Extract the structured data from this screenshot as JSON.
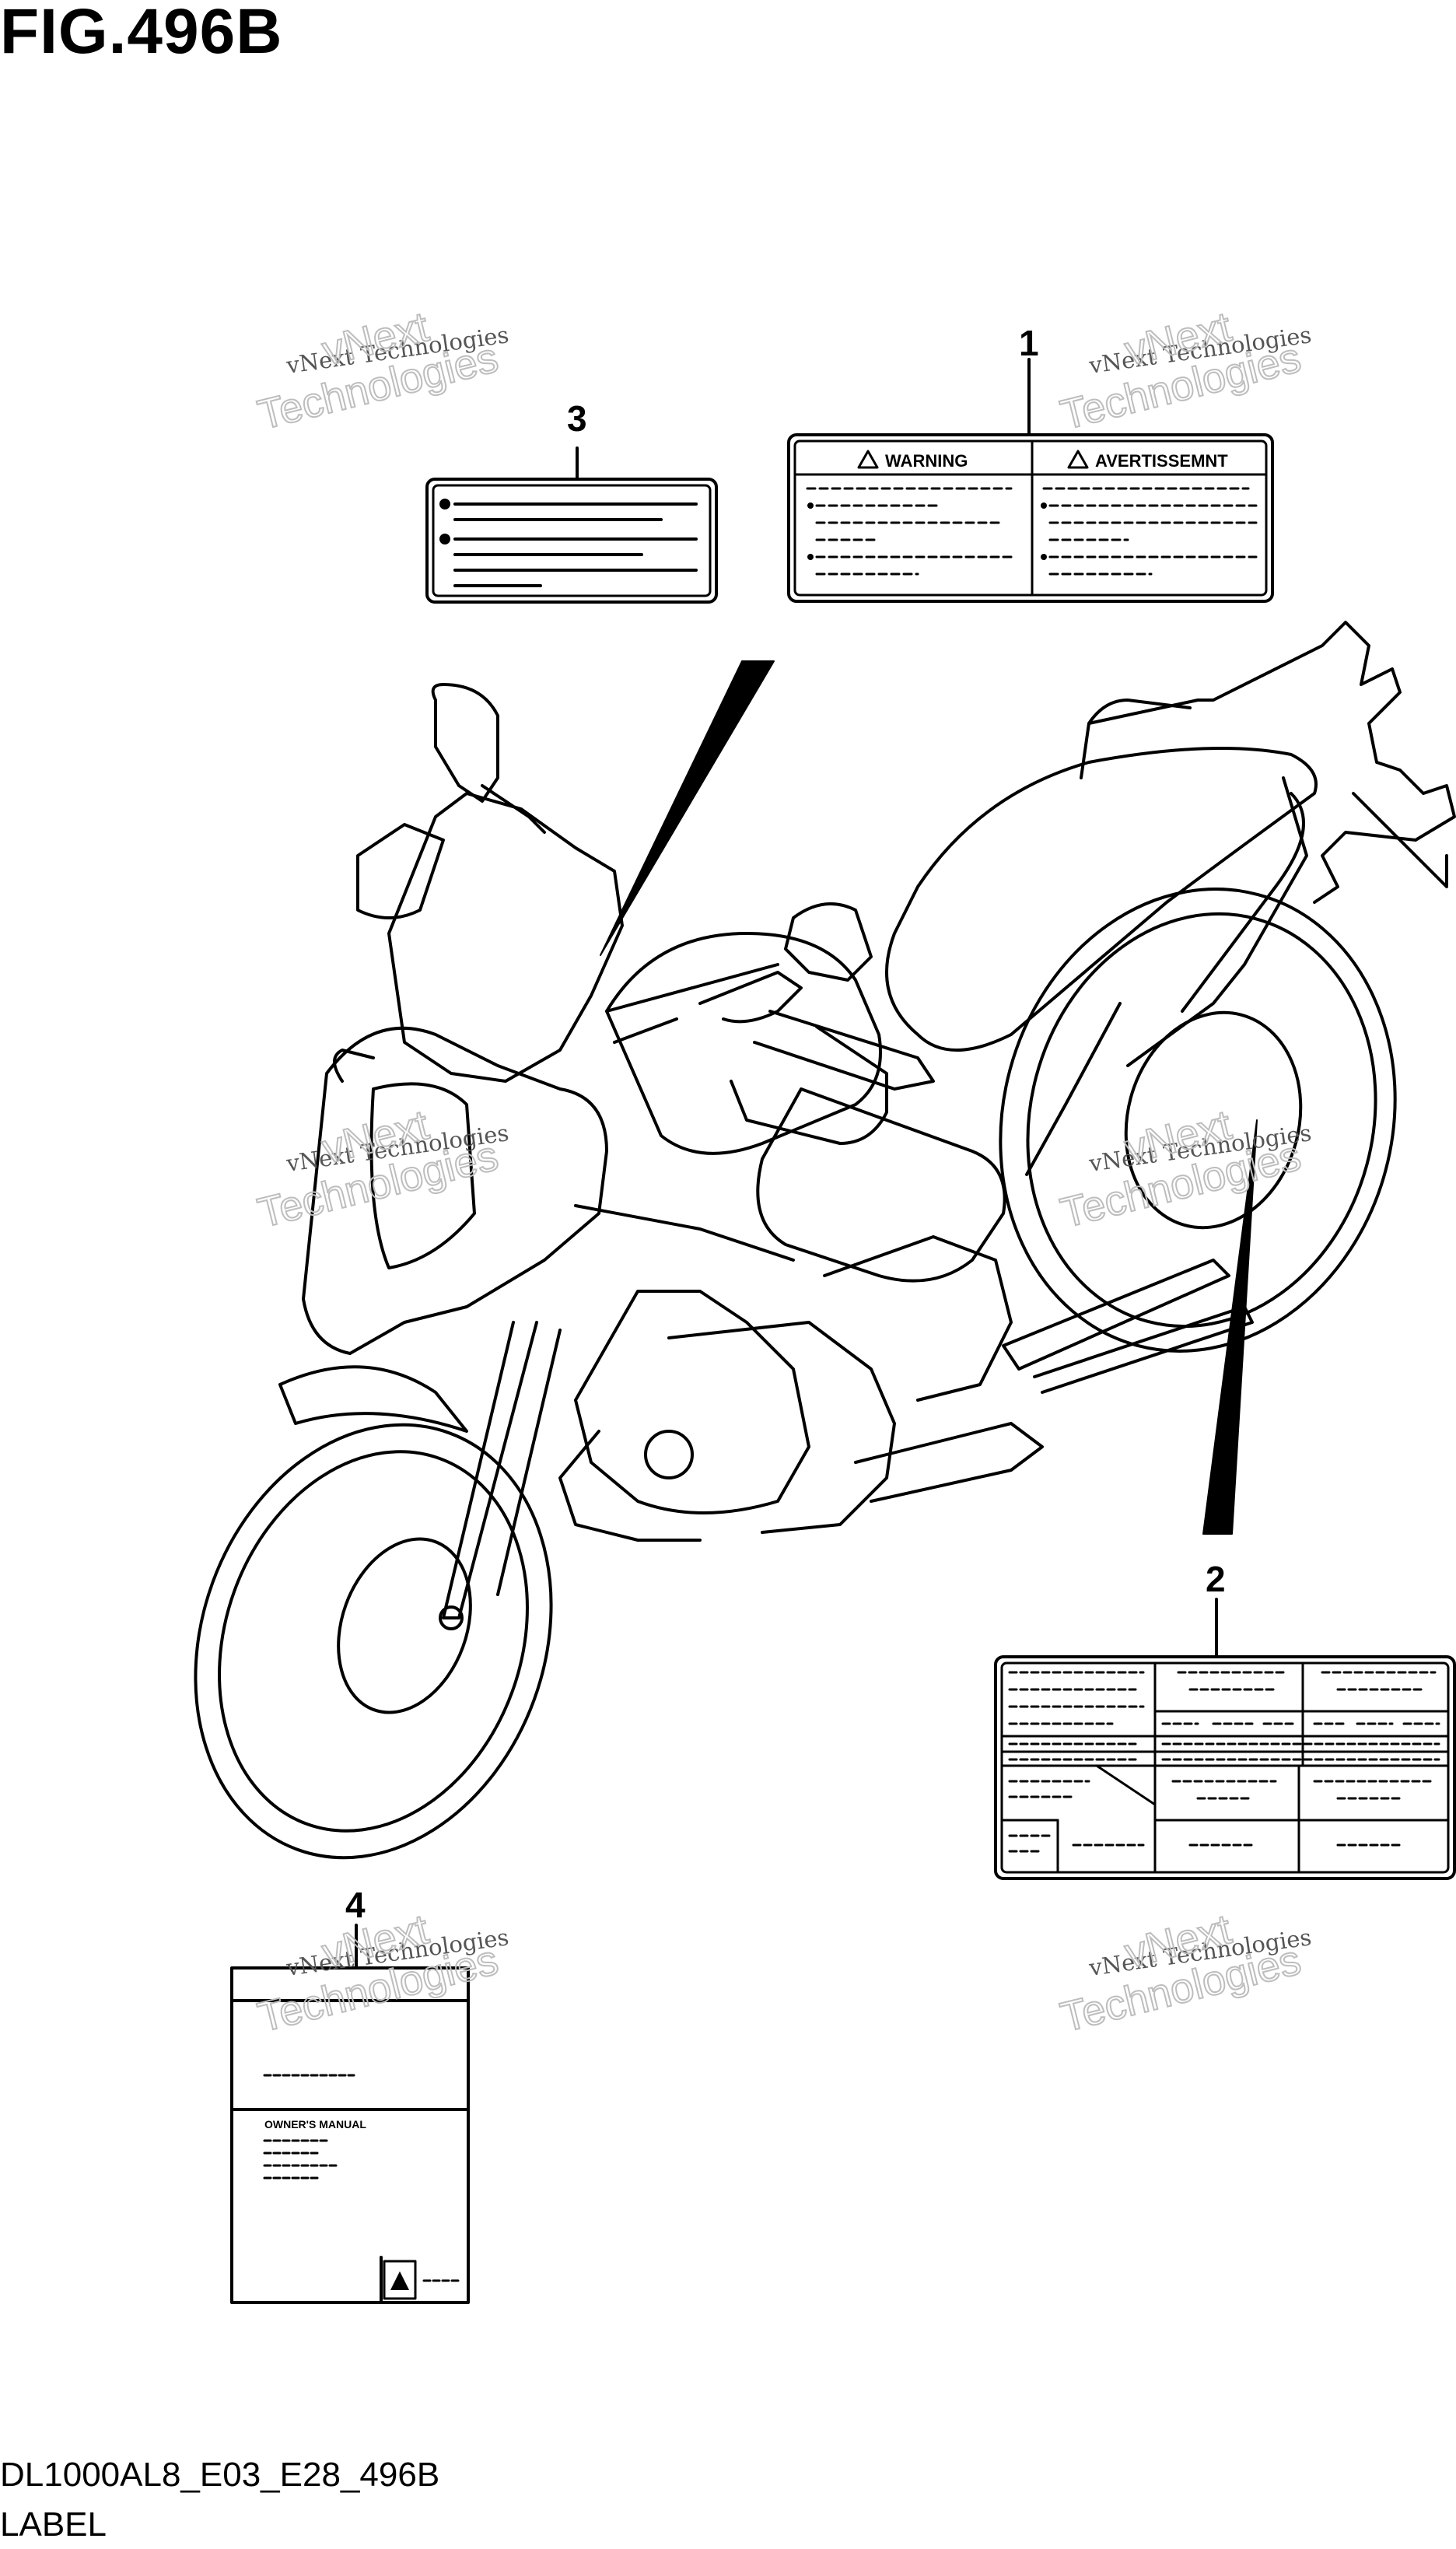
{
  "header": {
    "title": "FIG.496B"
  },
  "footer": {
    "code": "DL1000AL8_E03_E28_496B",
    "label": "LABEL"
  },
  "callouts": [
    "1",
    "2",
    "3",
    "4"
  ],
  "label1": {
    "left_heading": "WARNING",
    "right_heading": "AVERTISSEMNT"
  },
  "label4": {
    "heading": "OWNER'S MANUAL"
  },
  "watermark": {
    "line1": "vNext Technologies",
    "line2": "vNext",
    "line3": "Technologies"
  }
}
